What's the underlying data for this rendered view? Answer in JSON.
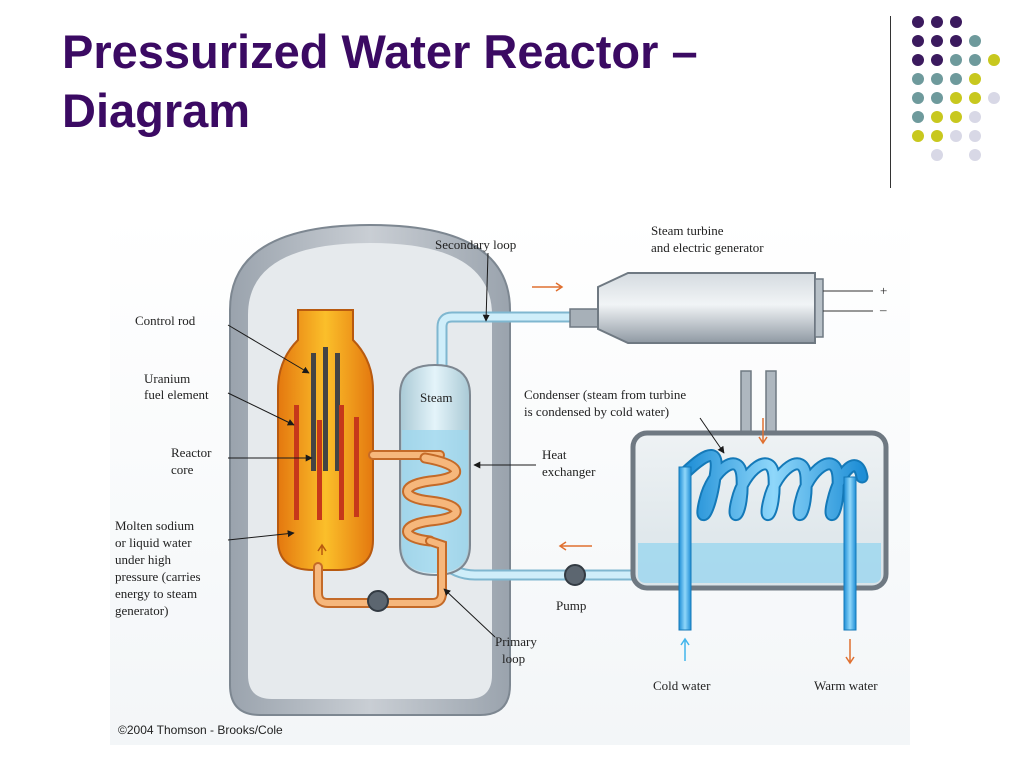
{
  "slide": {
    "title_line1": "Pressurized Water Reactor –",
    "title_line2": "Diagram"
  },
  "diagram": {
    "labels": {
      "secondary_loop": "Secondary loop",
      "steam_turbine_1": "Steam turbine",
      "steam_turbine_2": "and electric generator",
      "control_rod": "Control rod",
      "uranium_1": "Uranium",
      "uranium_2": "fuel element",
      "reactor_core_1": "Reactor",
      "reactor_core_2": "core",
      "molten_1": "Molten sodium",
      "molten_2": "or liquid water",
      "molten_3": "under high",
      "molten_4": "pressure (carries",
      "molten_5": "energy to steam",
      "molten_6": "generator)",
      "steam": "Steam",
      "condenser_1": "Condenser (steam from turbine",
      "condenser_2": "is condensed by cold water)",
      "heat_exchanger_1": "Heat",
      "heat_exchanger_2": "exchanger",
      "pump": "Pump",
      "primary_loop_1": "Primary",
      "primary_loop_2": "loop",
      "cold_water": "Cold water",
      "warm_water": "Warm water",
      "plus": "+",
      "minus": "–"
    },
    "credit": "©2004 Thomson - Brooks/Cole"
  },
  "colors": {
    "title": "#3b0a63",
    "dot_purple": "#3b1a5e",
    "dot_teal": "#6e9a9c",
    "dot_yellow": "#c8c81e",
    "dot_lavender": "#d8d8e6",
    "primary_loop": "#f0a060",
    "secondary_loop": "#bfe6f6",
    "cooling_water": "#42b6ec",
    "flow_arrow": "#e07030"
  }
}
